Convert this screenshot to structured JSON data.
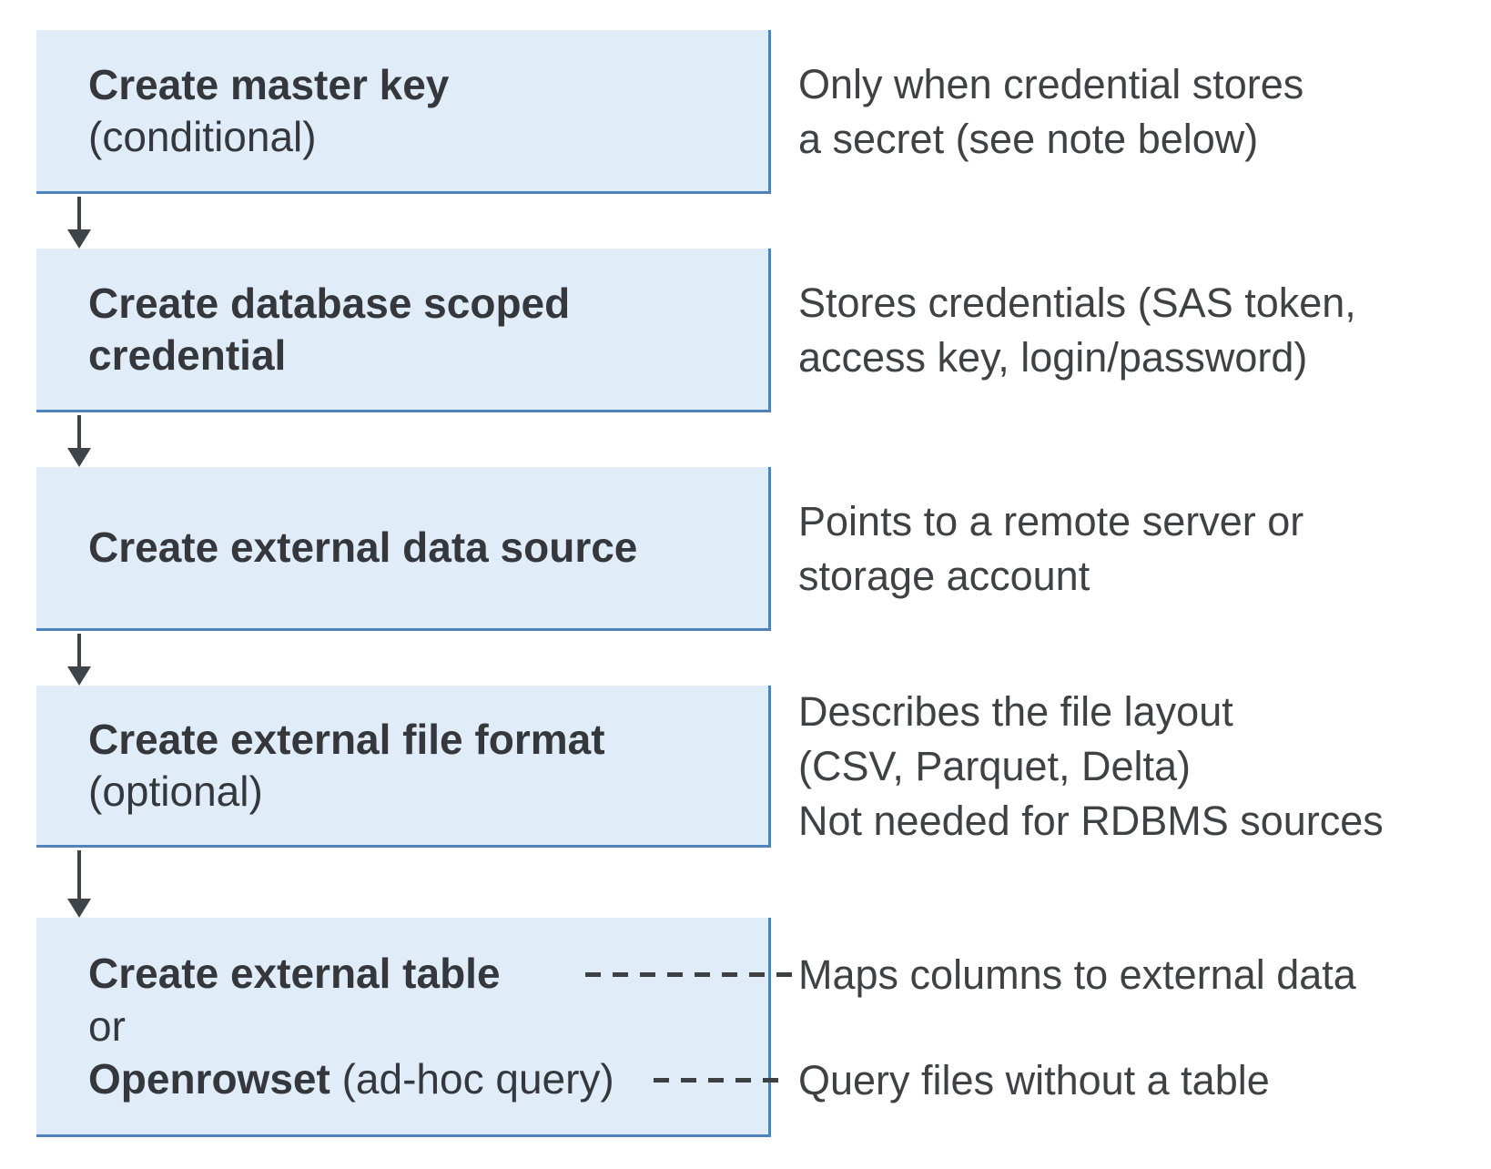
{
  "colors": {
    "box_fill": "#e1ecf9",
    "box_border": "#4f81bd",
    "arrow": "#3f4449",
    "dash": "#3d4043",
    "title_text": "#34383d",
    "desc_text": "#3f4245"
  },
  "steps": [
    {
      "id": "create-master-key",
      "title_bold": "Create master key",
      "title_rest": "(conditional)",
      "description": [
        "Only when credential stores",
        "a secret (see note below)"
      ]
    },
    {
      "id": "create-database-scoped-credential",
      "title_bold": "Create database scoped credential",
      "description": [
        "Stores credentials (SAS token,",
        "access key, login/password)"
      ]
    },
    {
      "id": "create-external-data-source",
      "title_bold": "Create external data source",
      "description": [
        "Points to a remote server or",
        "storage account"
      ]
    },
    {
      "id": "create-external-file-format",
      "title_bold": "Create external file format",
      "title_rest": "(optional)",
      "description": [
        "Describes the file layout",
        "(CSV, Parquet, Delta)",
        "Not needed for RDBMS sources"
      ]
    },
    {
      "id": "create-external-table-or-openrowset",
      "line1_bold": "Create external table",
      "line2": "or",
      "line3_bold": "Openrowset",
      "line3_rest": " (ad-hoc query)",
      "annotations": [
        {
          "label": "Maps columns to external data"
        },
        {
          "label": "Query files without a table"
        }
      ]
    }
  ]
}
